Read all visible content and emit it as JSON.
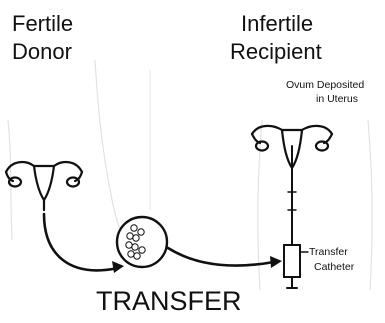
{
  "labels": {
    "donor_line1": "Fertile",
    "donor_line2": "Donor",
    "recipient_line1": "Infertile",
    "recipient_line2": "Recipient",
    "deposit_line1": "Ovum Deposited",
    "deposit_line2": "in Uterus",
    "catheter_line1": "Transfer",
    "catheter_line2": "Catheter",
    "transfer_title": "TRANSFER"
  },
  "colors": {
    "ink": "#111111",
    "faint_line": "#e2e2e2",
    "background": "#ffffff"
  }
}
